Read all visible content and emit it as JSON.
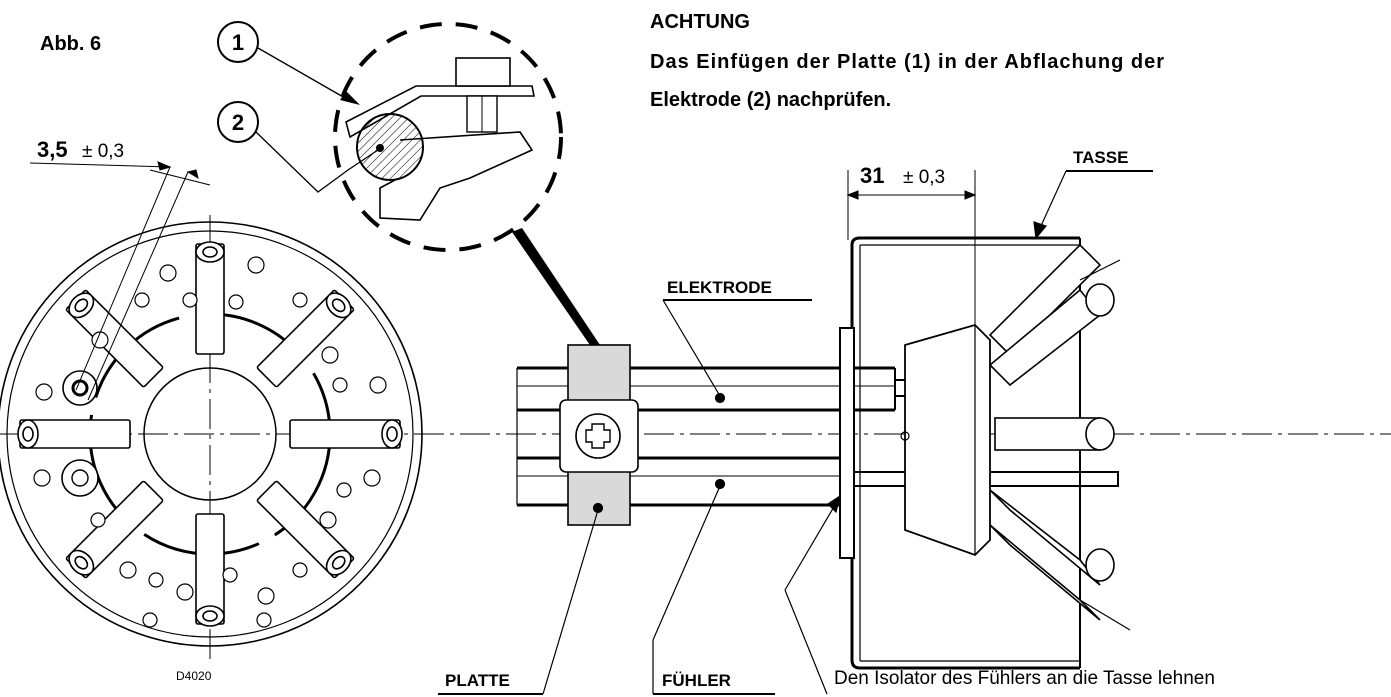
{
  "figure_label": "Abb. 6",
  "callouts": {
    "one": "1",
    "two": "2"
  },
  "warning": {
    "title": "ACHTUNG",
    "line1": "Das Einfügen der Platte (1) in der Abflachung der",
    "line2": "Elektrode (2) nachprüfen."
  },
  "dimension_left": {
    "value": "3,5",
    "tolerance": "± 0,3"
  },
  "dimension_right": {
    "value": "31",
    "tolerance": "± 0,3"
  },
  "labels": {
    "tasse": "TASSE",
    "elektrode": "ELEKTRODE",
    "platte": "PLATTE",
    "fuehler": "FÜHLER",
    "note": "Den Isolator des Fühlers  an die Tasse lehnen"
  },
  "drawing_code": "D4020"
}
